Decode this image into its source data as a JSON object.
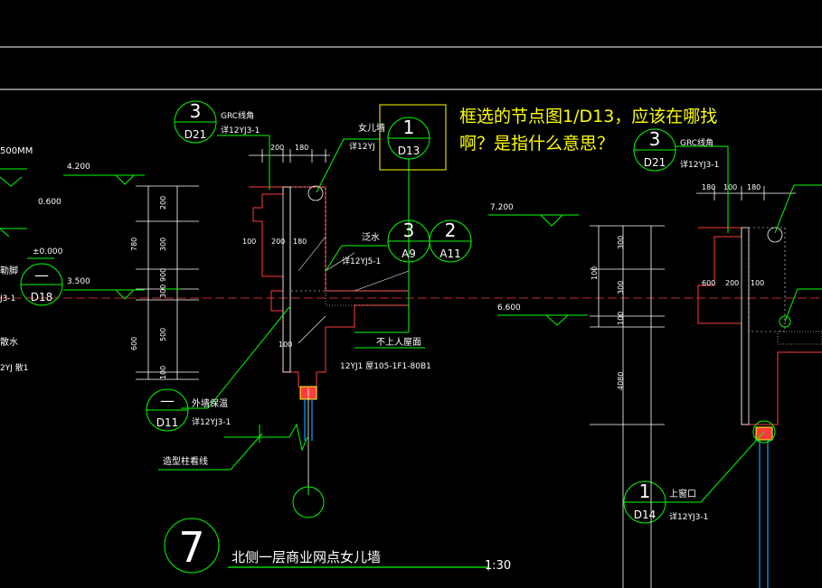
{
  "annotation": {
    "line1": "框选的节点图1/D13，应该在哪找",
    "line2": "啊？是指什么意思？"
  },
  "colors": {
    "line": "#00ff00",
    "text": "#ffffff",
    "section": "#ff3b3b",
    "dim": "#ffffff",
    "note": "#ffff00"
  },
  "callouts": {
    "c1": {
      "top": "3",
      "bottom": "D21",
      "title": "GRC线角",
      "ref": "详12YJ3-1"
    },
    "c2": {
      "top": "1",
      "bottom": "D13",
      "title": "女儿墙",
      "ref": "详12YJ"
    },
    "c3": {
      "top": "3",
      "bottom": "A9",
      "title": "泛水",
      "ref": "详12YJ5-1"
    },
    "c4": {
      "top": "2",
      "bottom": "A11"
    },
    "c5": {
      "top": "—",
      "bottom": "D11",
      "title": "外墙保温",
      "ref": "详12YJ3-1"
    },
    "c6": {
      "top": "—",
      "bottom": "D18",
      "title": "勒脚",
      "ref": "J3-1"
    },
    "c7": {
      "top": "3",
      "bottom": "D21",
      "title": "GRC线角",
      "ref": "详12YJ3-1"
    },
    "c8": {
      "top": "1",
      "bottom": "D14",
      "title": "上窗口",
      "ref": "详12YJ3-1"
    }
  },
  "labels": {
    "roof": "不上人屋面",
    "roof_ref": "12YJ1 屋105-1F1-80B1",
    "line_note": "造型柱看线",
    "water": "散水",
    "water_ref": "2YJ 散1",
    "left_top": "500MM",
    "drawing_no": "7",
    "drawing_title": "北侧一层商业网点女儿墙",
    "scale": "1:30"
  },
  "elevations": [
    "4.200",
    "0.600",
    "±0.000",
    "3.500",
    "7.200",
    "6.600"
  ],
  "dims": [
    "200",
    "180",
    "100",
    "200",
    "180",
    "200",
    "300",
    "900",
    "100",
    "300",
    "500",
    "100",
    "780",
    "600",
    "300",
    "100",
    "600",
    "100",
    "180",
    "100",
    "180",
    "200",
    "300",
    "4080"
  ]
}
